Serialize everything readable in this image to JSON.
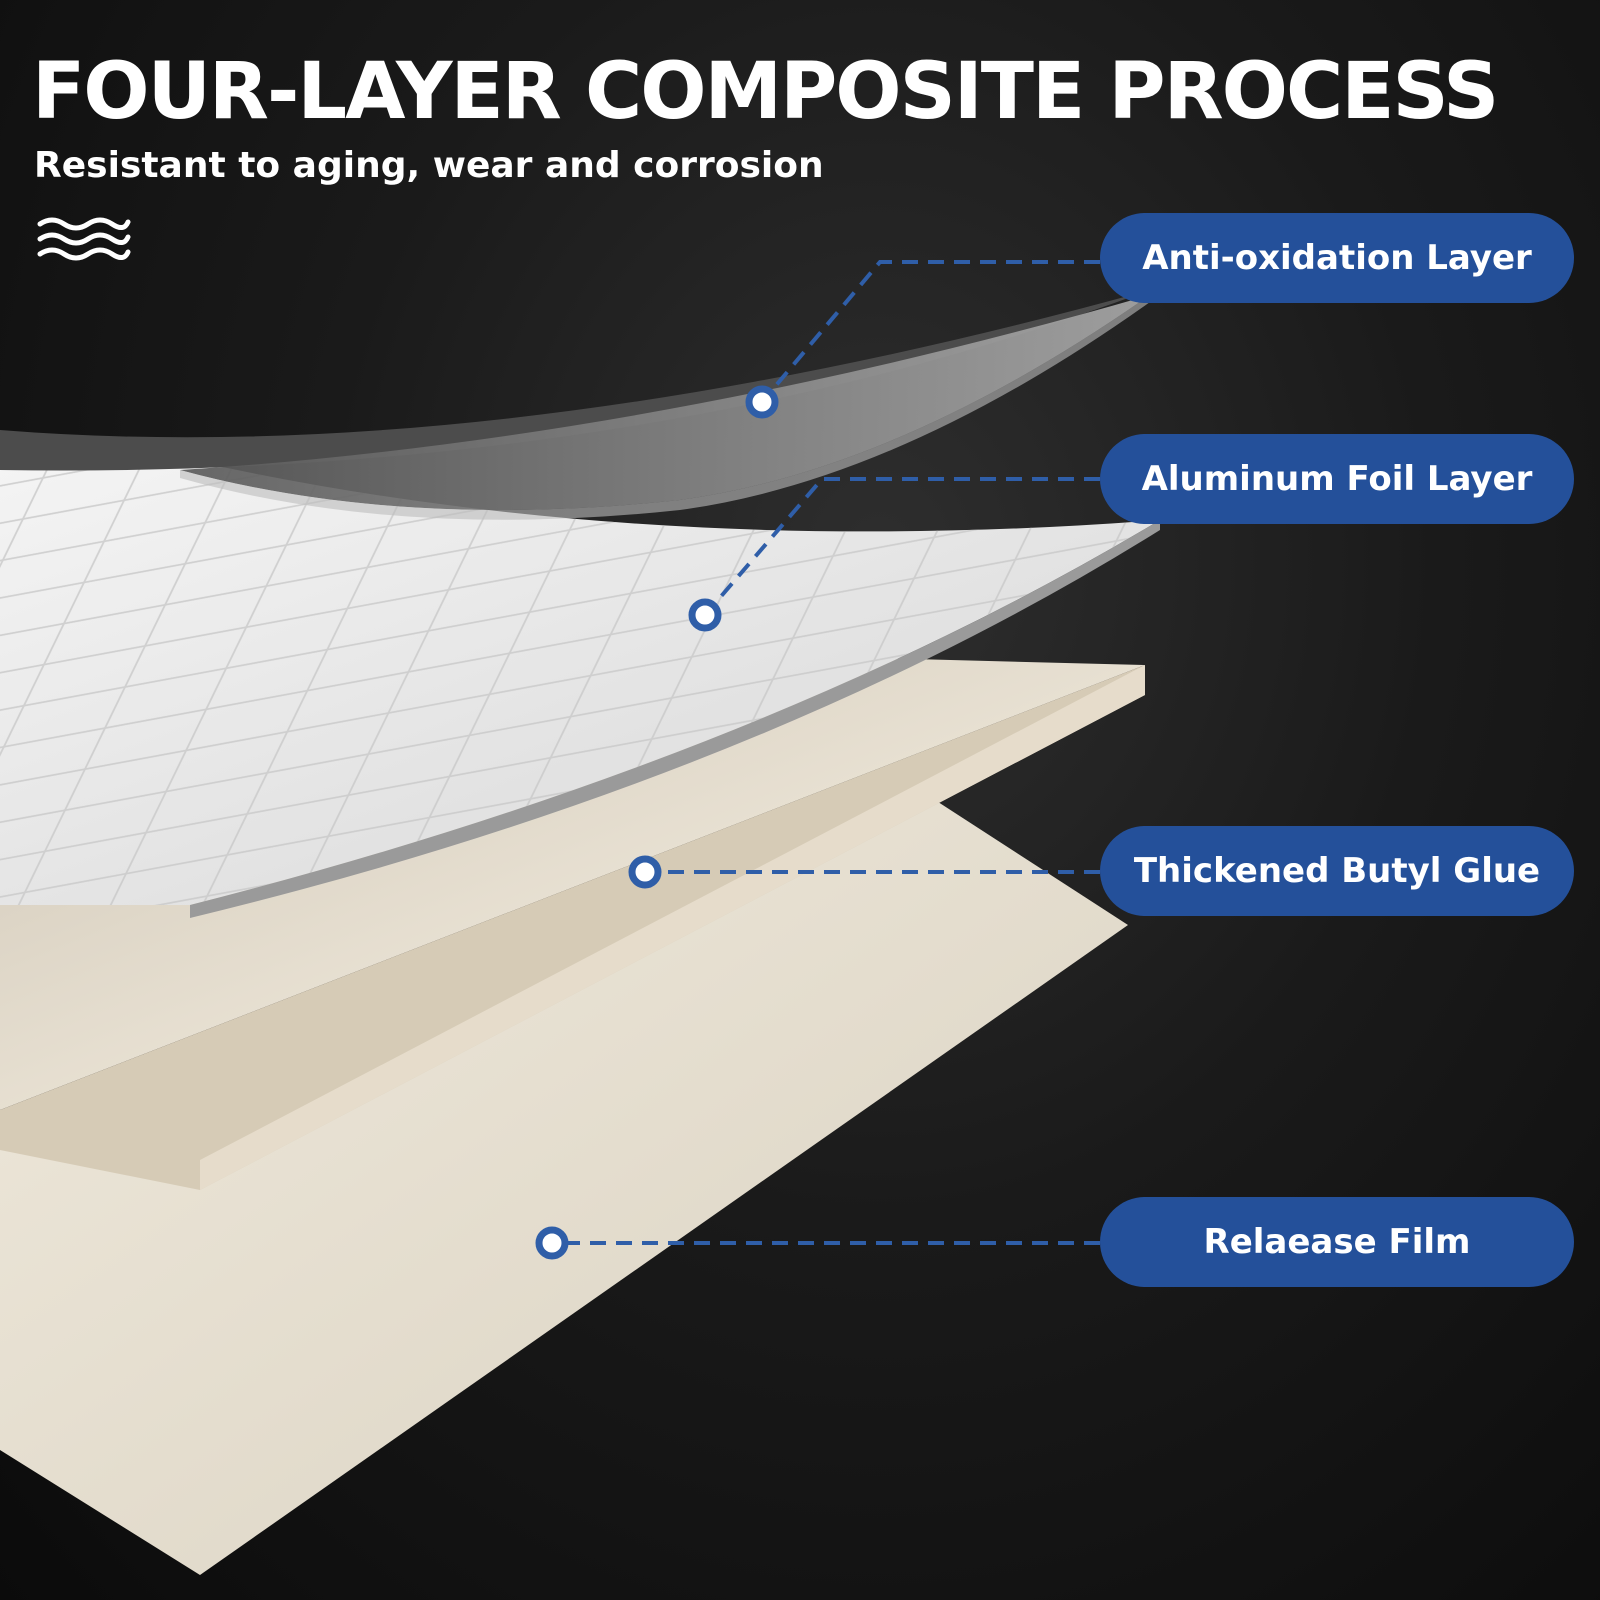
{
  "header": {
    "title": "FOUR-LAYER COMPOSITE PROCESS",
    "subtitle": "Resistant to aging, wear and corrosion"
  },
  "icons": {
    "wave": "wave-icon"
  },
  "colors": {
    "background": "#111111",
    "label_pill": "#24509a",
    "connector": "#2f5ea8",
    "label_text": "#ffffff"
  },
  "layers": [
    {
      "id": "anti-oxidation",
      "label": "Anti-oxidation Layer"
    },
    {
      "id": "aluminum-foil",
      "label": "Aluminum Foil Layer"
    },
    {
      "id": "butyl-glue",
      "label": "Thickened Butyl Glue"
    },
    {
      "id": "release-film",
      "label": "Relaease Film"
    }
  ]
}
